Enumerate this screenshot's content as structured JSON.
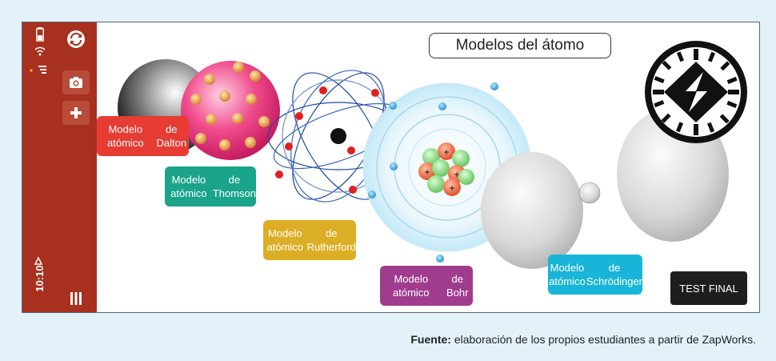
{
  "caption": {
    "source_label": "Fuente:",
    "source_text": " elaboración de los propios estudiantes a partir de ZapWorks."
  },
  "statusbar": {
    "time": "10:10",
    "icons": [
      "battery-icon",
      "wifi-icon",
      "signal-icon",
      "alarm-icon"
    ]
  },
  "sidebar": {
    "buttons": [
      "refresh-icon",
      "camera-icon",
      "plus-icon",
      "menu-icon"
    ]
  },
  "title": "Modelos del átomo",
  "labels": {
    "dalton": "Modelo atómico de Dalton",
    "thomson": "Modelo atómico de Thomson",
    "rutherford": "Modelo atómico de Rutherford",
    "bohr": "Modelo atómico de Bohr",
    "schrodinger": "Modelo atómico de Schrödinger"
  },
  "test_button": "TEST FINAL",
  "colors": {
    "statusbar": "#a8301f",
    "dalton": "#e63c34",
    "thomson": "#1aa489",
    "rutherford": "#dcae25",
    "bohr": "#a03c8e",
    "schrodinger": "#19b5d8",
    "test": "#1e1e1e"
  }
}
